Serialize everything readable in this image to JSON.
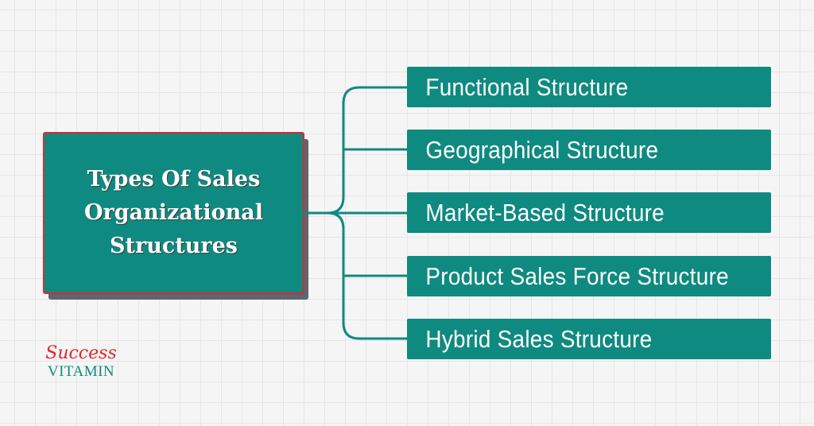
{
  "title": "Types Of Sales Organizational Structures",
  "items": [
    {
      "label": "Functional Structure"
    },
    {
      "label": "Geographical Structure"
    },
    {
      "label": "Market-Based Structure"
    },
    {
      "label": "Product Sales Force Structure"
    },
    {
      "label": "Hybrid Sales Structure"
    }
  ],
  "logo": {
    "top": "Success",
    "bottom": "VITAMIN"
  },
  "colors": {
    "teal": "#0f8a80",
    "red": "#e3262d",
    "shadow": "#5f6470"
  }
}
